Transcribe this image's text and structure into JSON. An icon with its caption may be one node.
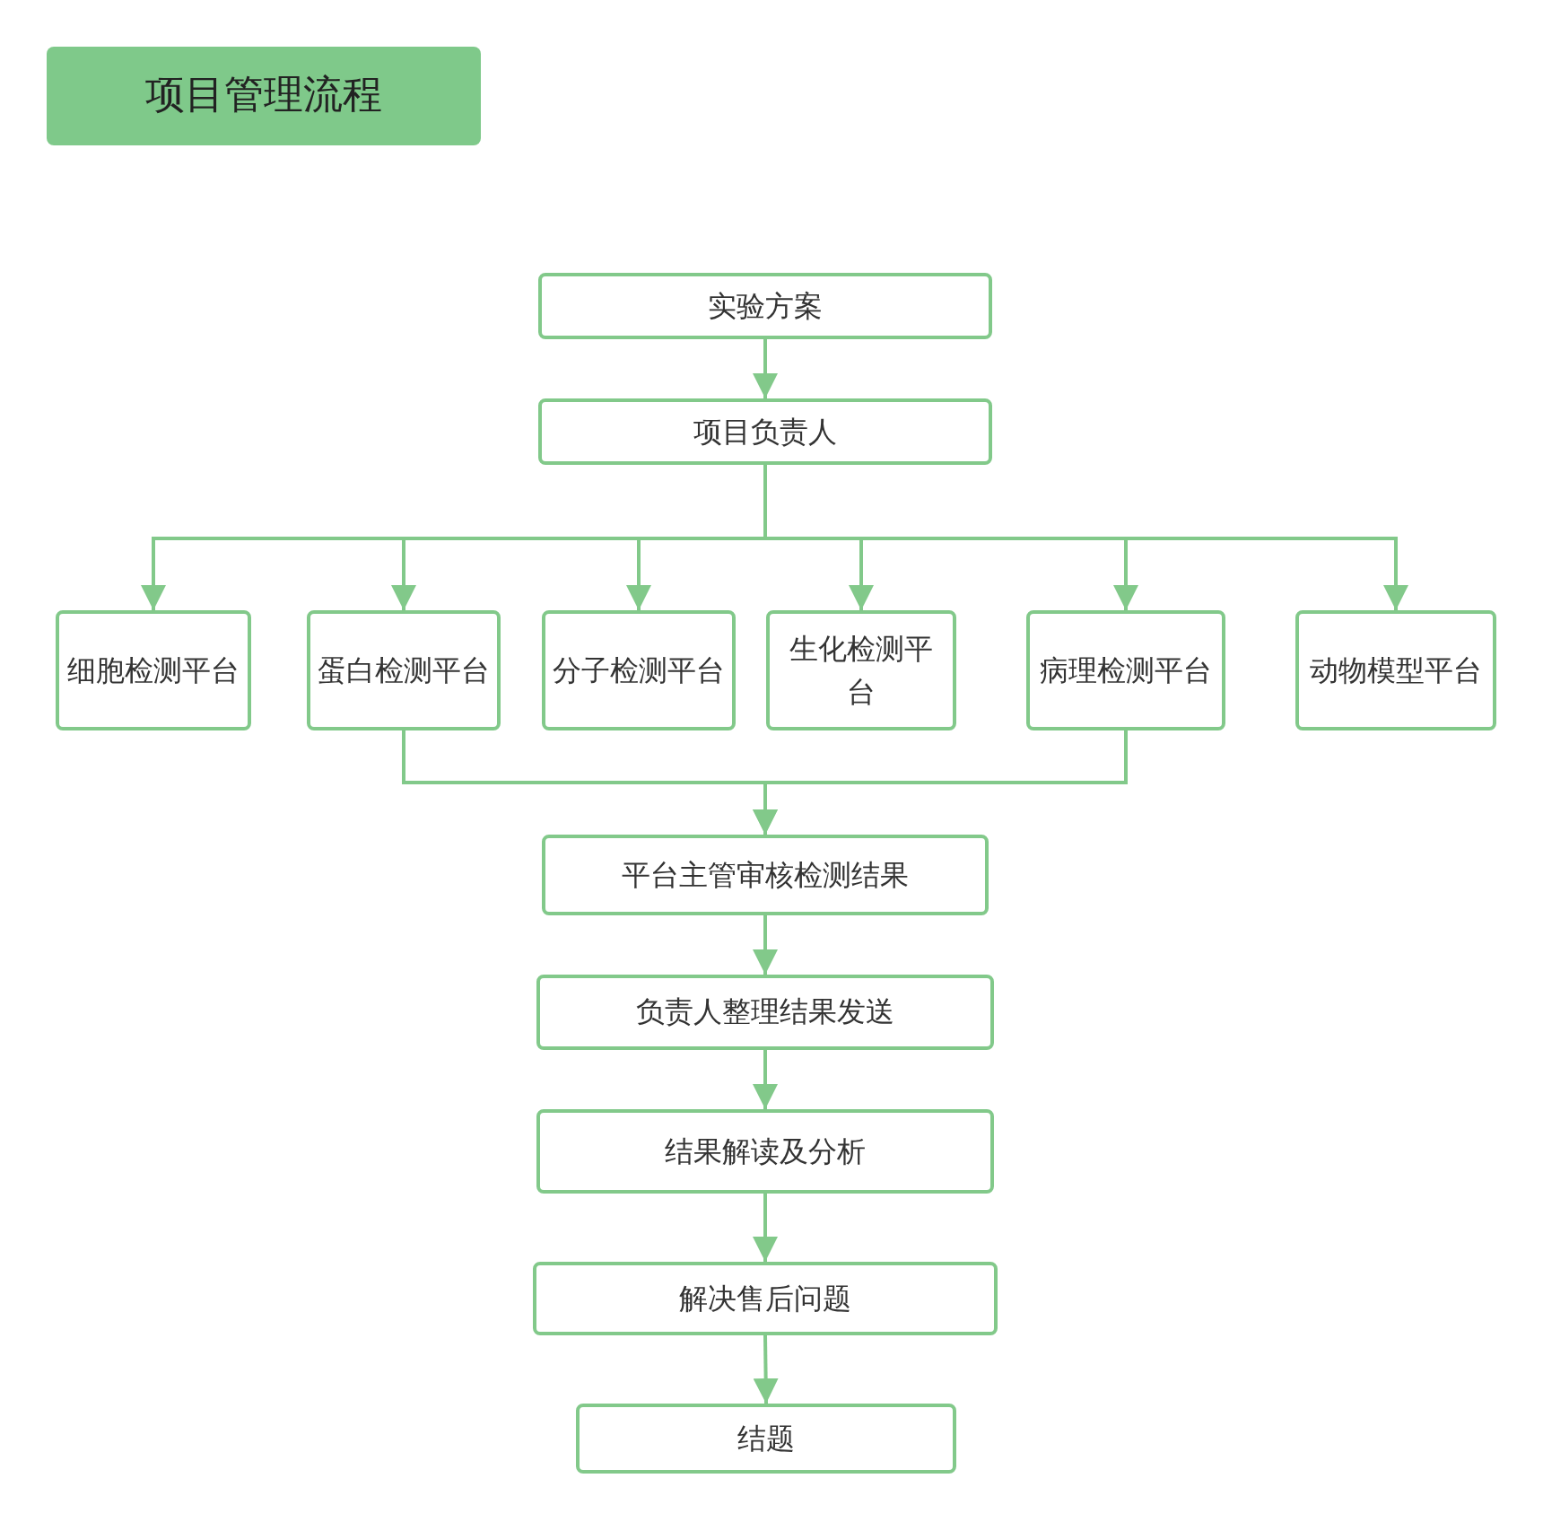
{
  "diagram": {
    "title": "项目管理流程",
    "nodes": [
      {
        "text": [
          "实验方案"
        ]
      },
      {
        "text": [
          "项目负责人"
        ]
      },
      {
        "text": [
          "细胞检测平台"
        ]
      },
      {
        "text": [
          "蛋白检测平台"
        ]
      },
      {
        "text": [
          "分子检测平台"
        ]
      },
      {
        "text": [
          "生化检测平台"
        ]
      },
      {
        "text": [
          "病理检测平台"
        ]
      },
      {
        "text": [
          "动物模型平台"
        ]
      },
      {
        "text": [
          "平台主管审核检测结果"
        ]
      },
      {
        "text": [
          "负责人整理结果发送"
        ]
      },
      {
        "text": [
          "结果解读及分析"
        ]
      },
      {
        "text": [
          "解决售后问题"
        ]
      },
      {
        "text": [
          "结题"
        ]
      }
    ],
    "edges": [
      {
        "from": 0,
        "to": 1,
        "arrow": "to"
      },
      {
        "from": 1,
        "to": 2,
        "arrow": "to"
      },
      {
        "from": 1,
        "to": 3,
        "arrow": "to"
      },
      {
        "from": 1,
        "to": 4,
        "arrow": "to"
      },
      {
        "from": 1,
        "to": 5,
        "arrow": "to"
      },
      {
        "from": 1,
        "to": 6,
        "arrow": "to"
      },
      {
        "from": 1,
        "to": 7,
        "arrow": "to"
      },
      {
        "from": 3,
        "to": 8,
        "arrow": "to"
      },
      {
        "from": 6,
        "to": 8,
        "arrow": "to"
      },
      {
        "from": 8,
        "to": 9,
        "arrow": "to"
      },
      {
        "from": 9,
        "to": 10,
        "arrow": "to"
      },
      {
        "from": 10,
        "to": 11,
        "arrow": "to"
      },
      {
        "from": 11,
        "to": 12,
        "arrow": "to"
      }
    ]
  }
}
